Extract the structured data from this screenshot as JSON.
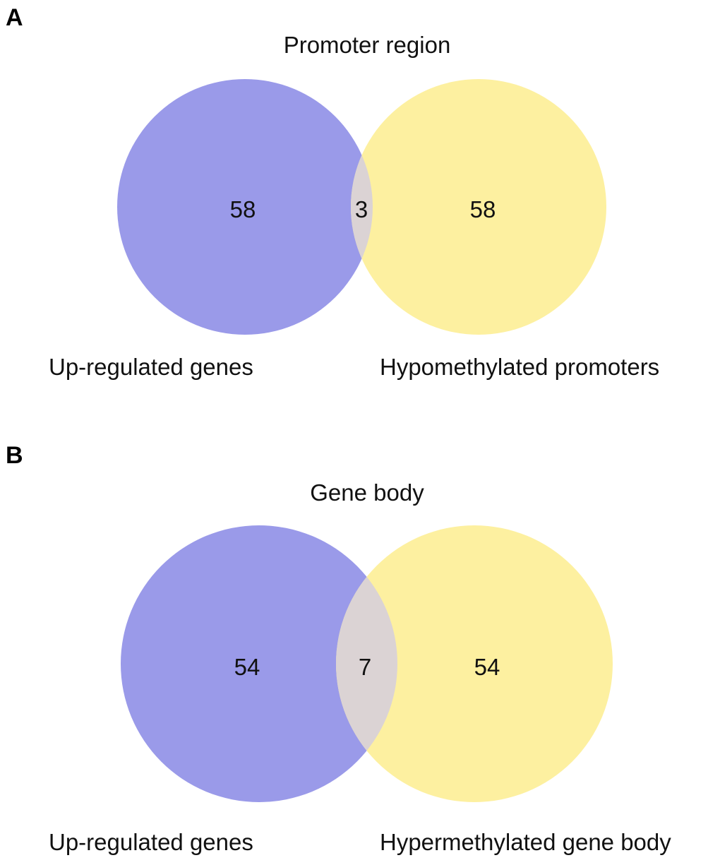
{
  "panels": [
    {
      "letter": "A",
      "title": "Promoter region",
      "left_set": {
        "label": "Up-regulated genes",
        "count": "58",
        "color": "#9a9ae9"
      },
      "right_set": {
        "label": "Hypomethylated promoters",
        "count": "58",
        "color": "#fdf0a0"
      },
      "intersection": {
        "count": "3",
        "color": "#dbd3d4"
      }
    },
    {
      "letter": "B",
      "title": "Gene body",
      "left_set": {
        "label": "Up-regulated genes",
        "count": "54",
        "color": "#9a9ae9"
      },
      "right_set": {
        "label": "Hypermethylated gene body",
        "count": "54",
        "color": "#fdf0a0"
      },
      "intersection": {
        "count": "7",
        "color": "#dbd3d4"
      }
    }
  ]
}
